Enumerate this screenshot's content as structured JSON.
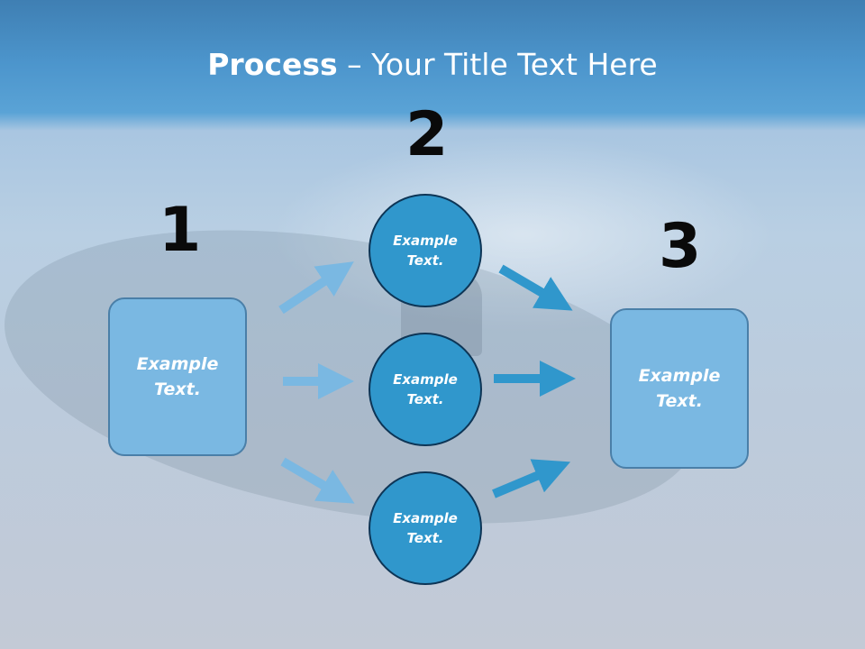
{
  "title": {
    "bold": "Process",
    "rest": " – Your Title Text Here"
  },
  "steps": {
    "one": "1",
    "two": "2",
    "three": "3"
  },
  "boxes": {
    "left": "Example Text.",
    "right": "Example Text."
  },
  "circles": {
    "top": "Example Text.",
    "middle": "Example Text.",
    "bottom": "Example Text."
  },
  "colors": {
    "box_fill": "#7ab8e2",
    "circle_fill": "#3097cc",
    "arrow_light": "#7ab8e2",
    "arrow_dark": "#3097cc"
  }
}
